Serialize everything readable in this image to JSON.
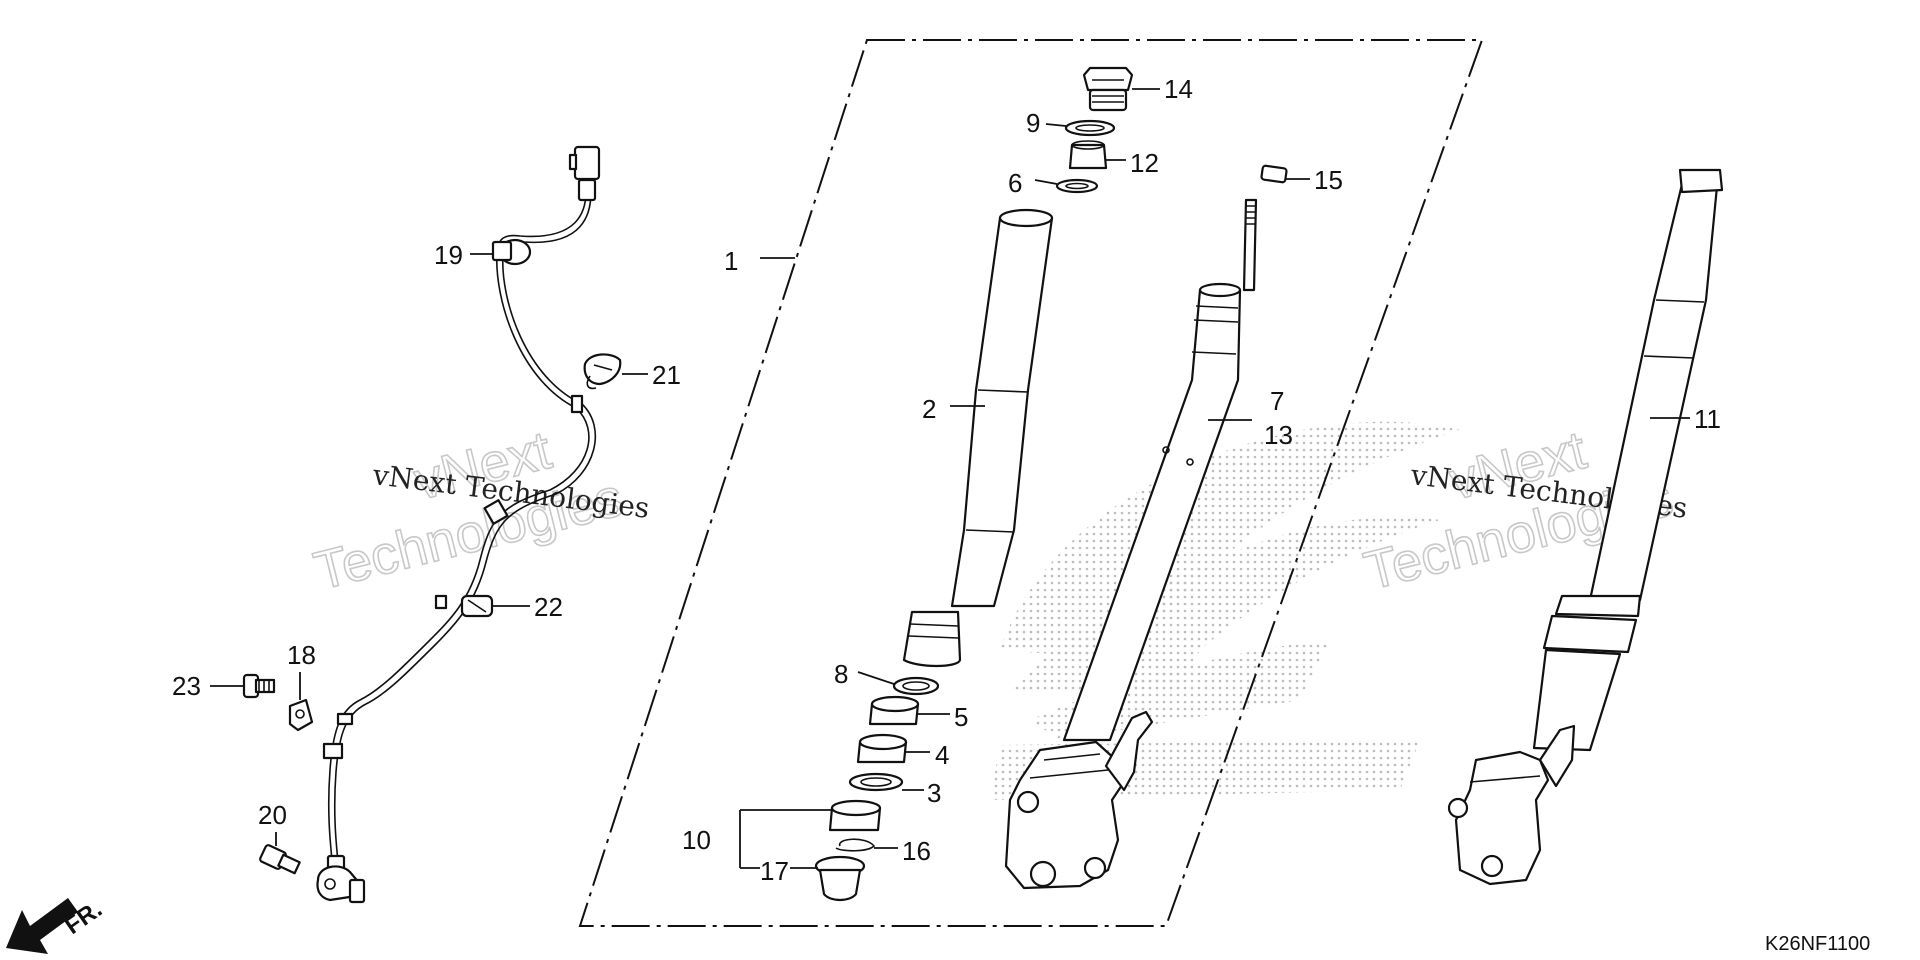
{
  "diagram": {
    "code": "K26NF1100",
    "direction": "FR.",
    "watermark": {
      "solid": "vNext Technologies",
      "outline_top": "vNext",
      "outline_bottom": "Technologies"
    },
    "callouts": [
      {
        "id": "1",
        "text": "1"
      },
      {
        "id": "2",
        "text": "2"
      },
      {
        "id": "3",
        "text": "3"
      },
      {
        "id": "4",
        "text": "4"
      },
      {
        "id": "5",
        "text": "5"
      },
      {
        "id": "6",
        "text": "6"
      },
      {
        "id": "7",
        "text": "7"
      },
      {
        "id": "8",
        "text": "8"
      },
      {
        "id": "9",
        "text": "9"
      },
      {
        "id": "10",
        "text": "10"
      },
      {
        "id": "11",
        "text": "11"
      },
      {
        "id": "12",
        "text": "12"
      },
      {
        "id": "13",
        "text": "13"
      },
      {
        "id": "14",
        "text": "14"
      },
      {
        "id": "15",
        "text": "15"
      },
      {
        "id": "16",
        "text": "16"
      },
      {
        "id": "17",
        "text": "17"
      },
      {
        "id": "18",
        "text": "18"
      },
      {
        "id": "19",
        "text": "19"
      },
      {
        "id": "20",
        "text": "20"
      },
      {
        "id": "21",
        "text": "21"
      },
      {
        "id": "22",
        "text": "22"
      },
      {
        "id": "23",
        "text": "23"
      }
    ]
  }
}
